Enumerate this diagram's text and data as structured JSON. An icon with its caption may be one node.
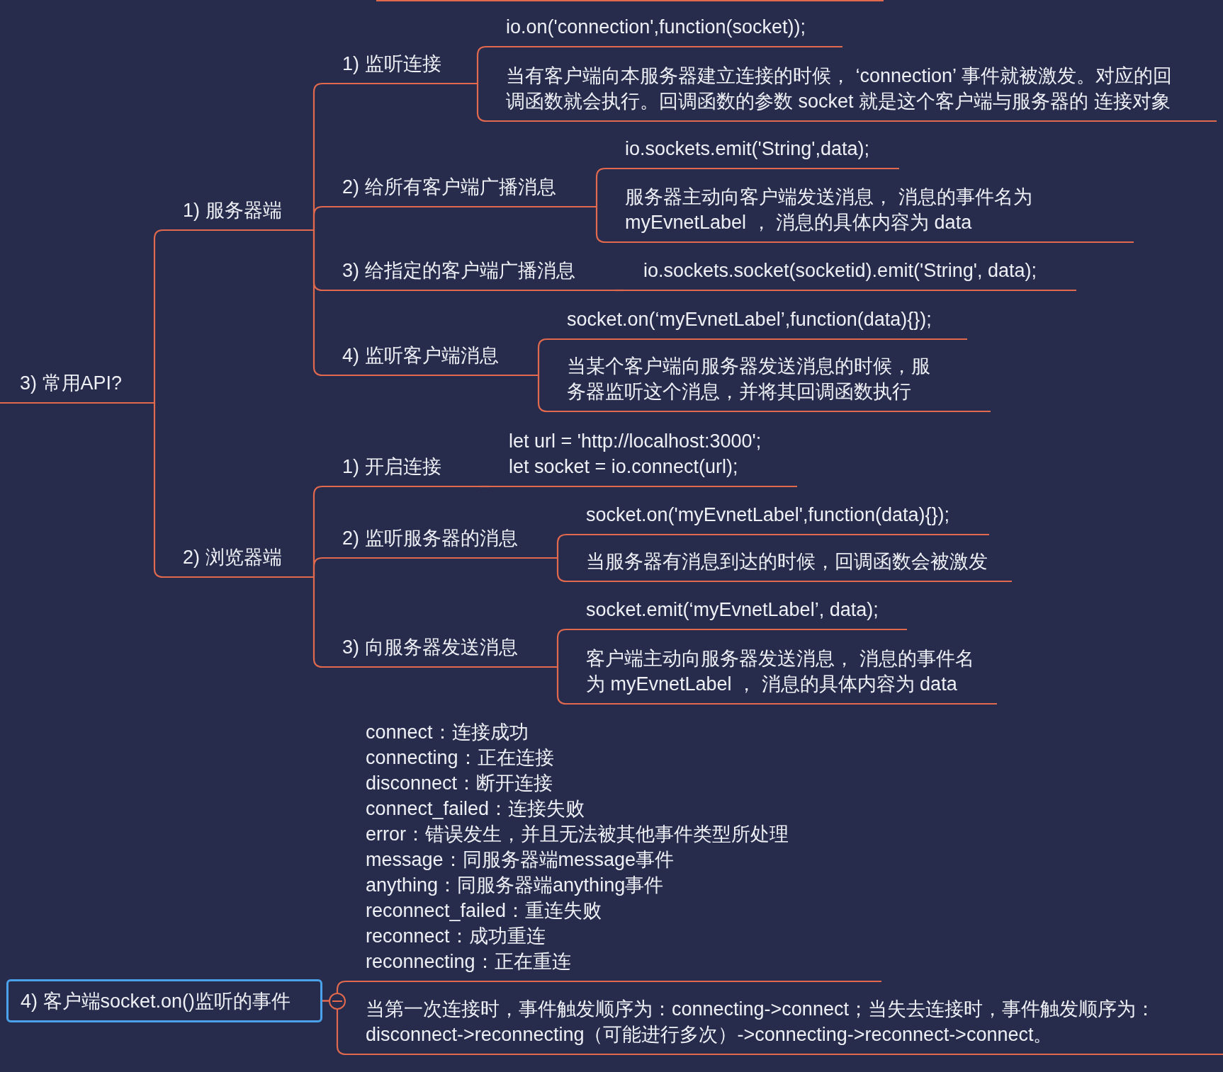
{
  "diagram": {
    "nodes": [
      {
        "text": [
          "3) 常用API?"
        ]
      },
      {
        "text": [
          "1) 服务器端"
        ]
      },
      {
        "text": [
          "1) 监听连接"
        ]
      },
      {
        "text": [
          "io.on('connection',function(socket));"
        ]
      },
      {
        "text": [
          "当有客户端向本服务器建立连接的时候， ‘connection’ 事件就被激发。对应的回调函数就会执行。回调函数的参数 socket 就是这个客户端与服务器的 连接对象"
        ]
      },
      {
        "text": [
          "2) 给所有客户端广播消息"
        ]
      },
      {
        "text": [
          "io.sockets.emit('String',data);"
        ]
      },
      {
        "text": [
          "服务器主动向客户端发送消息， 消息的事件名为 myEvnetLabel ， 消息的具体内容为 data"
        ]
      },
      {
        "text": [
          "3) 给指定的客户端广播消息"
        ]
      },
      {
        "text": [
          "io.sockets.socket(socketid).emit('String', data);"
        ]
      },
      {
        "text": [
          "4) 监听客户端消息"
        ]
      },
      {
        "text": [
          "socket.on(‘myEvnetLabel’,function(data){});"
        ]
      },
      {
        "text": [
          "当某个客户端向服务器发送消息的时候，服务器监听这个消息，并将其回调函数执行"
        ]
      },
      {
        "text": [
          "2) 浏览器端"
        ]
      },
      {
        "text": [
          "1) 开启连接"
        ]
      },
      {
        "text": [
          "let url = 'http://localhost:3000';",
          "let socket = io.connect(url);"
        ]
      },
      {
        "text": [
          "2) 监听服务器的消息"
        ]
      },
      {
        "text": [
          "socket.on('myEvnetLabel',function(data){});"
        ]
      },
      {
        "text": [
          "当服务器有消息到达的时候，回调函数会被激发"
        ]
      },
      {
        "text": [
          "3) 向服务器发送消息"
        ]
      },
      {
        "text": [
          "socket.emit(‘myEvnetLabel’, data);"
        ]
      },
      {
        "text": [
          "客户端主动向服务器发送消息， 消息的事件名为 myEvnetLabel ， 消息的具体内容为 data"
        ]
      },
      {
        "text": [
          "4) 客户端socket.on()监听的事件"
        ]
      },
      {
        "text": [
          "connect：连接成功",
          "connecting：正在连接",
          "disconnect：断开连接",
          "connect_failed：连接失败",
          "error：错误发生，并且无法被其他事件类型所处理",
          "message：同服务器端message事件",
          "anything：同服务器端anything事件",
          "reconnect_failed：重连失败",
          "reconnect：成功重连",
          "reconnecting：正在重连"
        ]
      },
      {
        "text": [
          "当第一次连接时，事件触发顺序为：connecting->connect；当失去连接时，事件触发顺序为：disconnect->reconnecting（可能进行多次）->connecting->reconnect->connect。"
        ]
      }
    ],
    "edges": [
      {
        "from": 0,
        "to": 1,
        "arrow": "none"
      },
      {
        "from": 0,
        "to": 13,
        "arrow": "none"
      },
      {
        "from": 1,
        "to": 2,
        "arrow": "none"
      },
      {
        "from": 1,
        "to": 5,
        "arrow": "none"
      },
      {
        "from": 1,
        "to": 8,
        "arrow": "none"
      },
      {
        "from": 1,
        "to": 10,
        "arrow": "none"
      },
      {
        "from": 2,
        "to": 3,
        "arrow": "none"
      },
      {
        "from": 2,
        "to": 4,
        "arrow": "none"
      },
      {
        "from": 5,
        "to": 6,
        "arrow": "none"
      },
      {
        "from": 5,
        "to": 7,
        "arrow": "none"
      },
      {
        "from": 8,
        "to": 9,
        "arrow": "none"
      },
      {
        "from": 10,
        "to": 11,
        "arrow": "none"
      },
      {
        "from": 10,
        "to": 12,
        "arrow": "none"
      },
      {
        "from": 13,
        "to": 14,
        "arrow": "none"
      },
      {
        "from": 13,
        "to": 16,
        "arrow": "none"
      },
      {
        "from": 13,
        "to": 19,
        "arrow": "none"
      },
      {
        "from": 14,
        "to": 15,
        "arrow": "none"
      },
      {
        "from": 16,
        "to": 17,
        "arrow": "none"
      },
      {
        "from": 16,
        "to": 18,
        "arrow": "none"
      },
      {
        "from": 19,
        "to": 20,
        "arrow": "none"
      },
      {
        "from": 19,
        "to": 21,
        "arrow": "none"
      },
      {
        "from": 22,
        "to": 23,
        "arrow": "none"
      },
      {
        "from": 22,
        "to": 24,
        "arrow": "none"
      }
    ]
  }
}
